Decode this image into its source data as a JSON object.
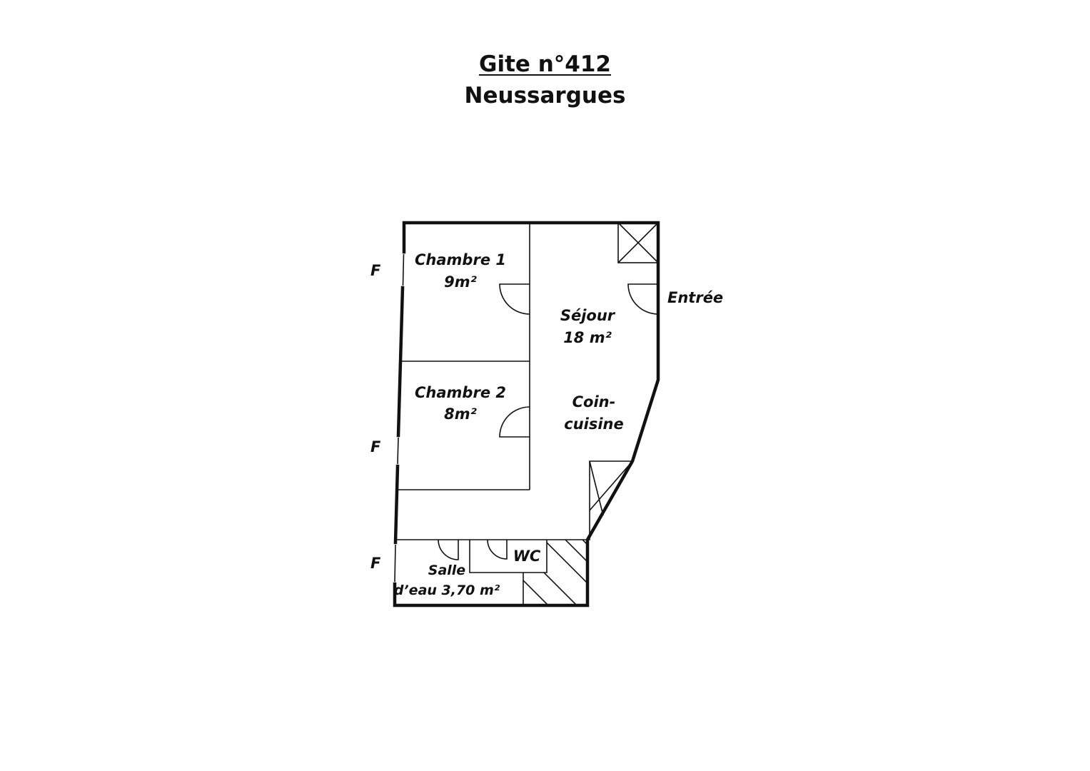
{
  "header": {
    "title": "Gite n°412",
    "subtitle": "Neussargues"
  },
  "rooms": {
    "chambre1": {
      "name": "Chambre 1",
      "area": "9m²"
    },
    "chambre2": {
      "name": "Chambre 2",
      "area": "8m²"
    },
    "sejour": {
      "name": "Séjour",
      "area": "18 m²"
    },
    "cuisine": {
      "line1": "Coin-",
      "line2": "cuisine"
    },
    "salle": {
      "line1": "Salle",
      "line2": "d’eau 3,70 m²"
    },
    "wc": "WC"
  },
  "labels": {
    "entree": "Entrée",
    "window_marker": "F"
  }
}
